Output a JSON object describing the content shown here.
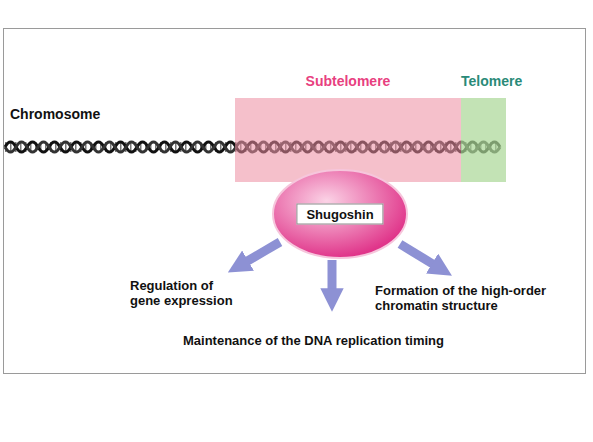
{
  "diagram": {
    "nodes": [
      {
        "text": [
          "Subtelomere"
        ]
      },
      {
        "text": [
          "Telomere"
        ]
      },
      {
        "text": [
          "Shugoshin"
        ]
      }
    ],
    "labels": [
      "Chromosome",
      "Regulation of gene expression",
      "Maintenance of the DNA replication timing",
      "Formation of the high-order chromatin structure"
    ]
  }
}
